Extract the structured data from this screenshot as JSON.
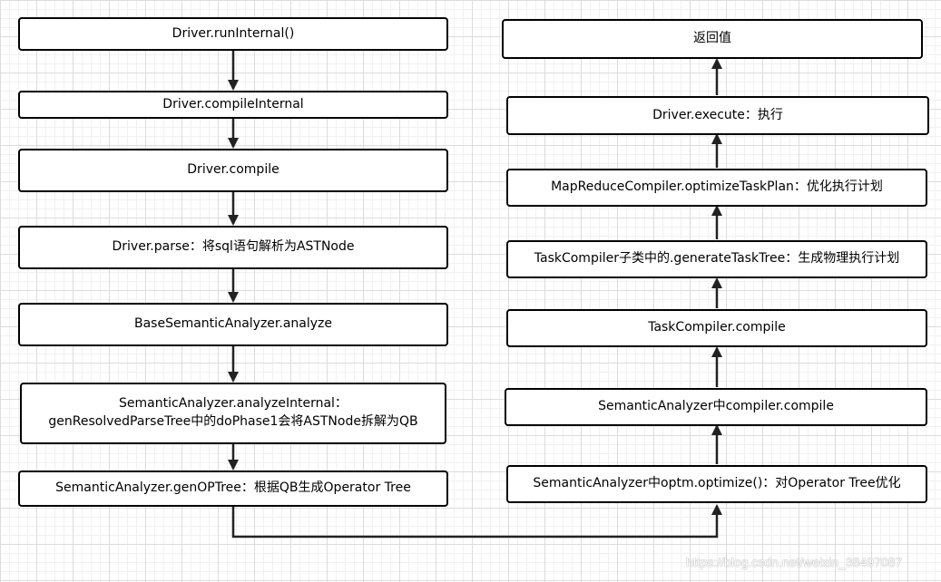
{
  "left_steps": [
    "Driver.runInternal()",
    "Driver.compileInternal",
    "Driver.compile",
    "Driver.parse：将sql语句解析为ASTNode",
    "BaseSemanticAnalyzer.analyze",
    "SemanticAnalyzer.analyzeInternal：\ngenResolvedParseTree中的doPhase1会将ASTNode拆解为QB",
    "SemanticAnalyzer.genOPTree：根据QB生成Operator Tree"
  ],
  "right_steps": [
    "返回值",
    "Driver.execute：执行",
    "MapReduceCompiler.optimizeTaskPlan：优化执行计划",
    "TaskCompiler子类中的.generateTaskTree：生成物理执行计划",
    "TaskCompiler.compile",
    "SemanticAnalyzer中compiler.compile",
    "SemanticAnalyzer中optm.optimize()：对Operator Tree优化"
  ],
  "watermark": "https://blog.csdn.net/weixin_38497087"
}
